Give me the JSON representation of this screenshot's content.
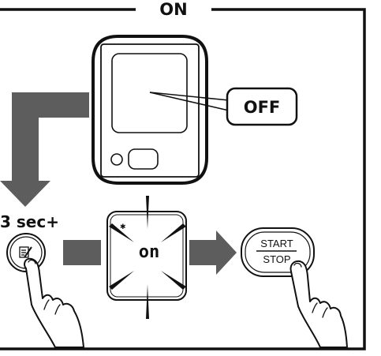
{
  "frame": {
    "title": "ON"
  },
  "device": {
    "status_callout": "OFF"
  },
  "step1": {
    "hold_label": "3 sec+",
    "icon": "edit-icon"
  },
  "display": {
    "text": "on",
    "icon": "bluetooth-icon"
  },
  "step2": {
    "button_top": "START",
    "button_bottom": "STOP"
  }
}
